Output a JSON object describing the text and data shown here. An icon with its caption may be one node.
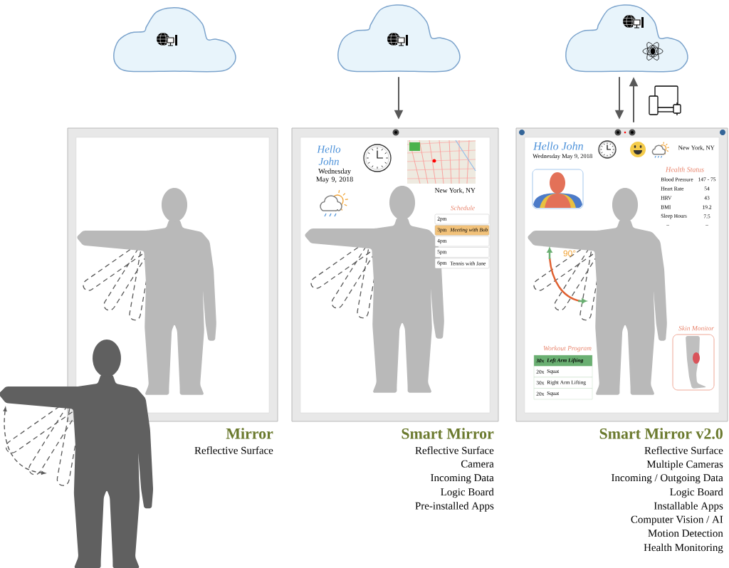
{
  "diagram": {
    "nodes": [
      {
        "text": [],
        "shape": "cloud"
      },
      {
        "text": [],
        "shape": "cloud"
      },
      {
        "text": [],
        "shape": "cloud"
      },
      {
        "text": [
          "Mirror"
        ],
        "beside": [
          "Reflective Surface"
        ]
      },
      {
        "text": [
          "Smart Mirror"
        ],
        "beside": [
          "Reflective Surface",
          "Camera",
          "Incoming Data",
          "Logic Board",
          "Pre-installed Apps"
        ]
      },
      {
        "text": [
          "Smart Mirror v2.0"
        ],
        "beside": [
          "Reflective Surface",
          "Multiple Cameras",
          "Incoming / Outgoing Data",
          "Logic Board",
          "Installable Apps",
          "Computer Vision / AI",
          "Motion Detection",
          "Health Monitoring"
        ]
      }
    ],
    "edges": [
      {
        "from": 1,
        "to": 4,
        "arrow": "to"
      },
      {
        "from": 2,
        "to": 5,
        "arrow": "to"
      },
      {
        "from": 5,
        "to": 2,
        "arrow": "to"
      }
    ],
    "labels": [
      "Hello John",
      "Wednesday May 9, 2018",
      "New York, NY",
      "Schedule",
      "2pm",
      "3pm",
      "Meeting with Bob",
      "4pm",
      "5pm",
      "6pm",
      "Tennis with Jane",
      "Hello John",
      "Wednesday May 9, 2018",
      "New York, NY",
      "Health Status",
      "Blood Pressure",
      "147 - 75",
      "Heart Rate",
      "54",
      "HRV",
      "43",
      "BMI",
      "19.2",
      "Sleep Hours",
      "7.5",
      "–",
      "–",
      "90°",
      "Skin Monitor",
      "Workout Program",
      "30x",
      "Left Arm Lifting",
      "20x",
      "Squat",
      "30x",
      "Right Arm Lifting",
      "20x",
      "Squat"
    ]
  }
}
